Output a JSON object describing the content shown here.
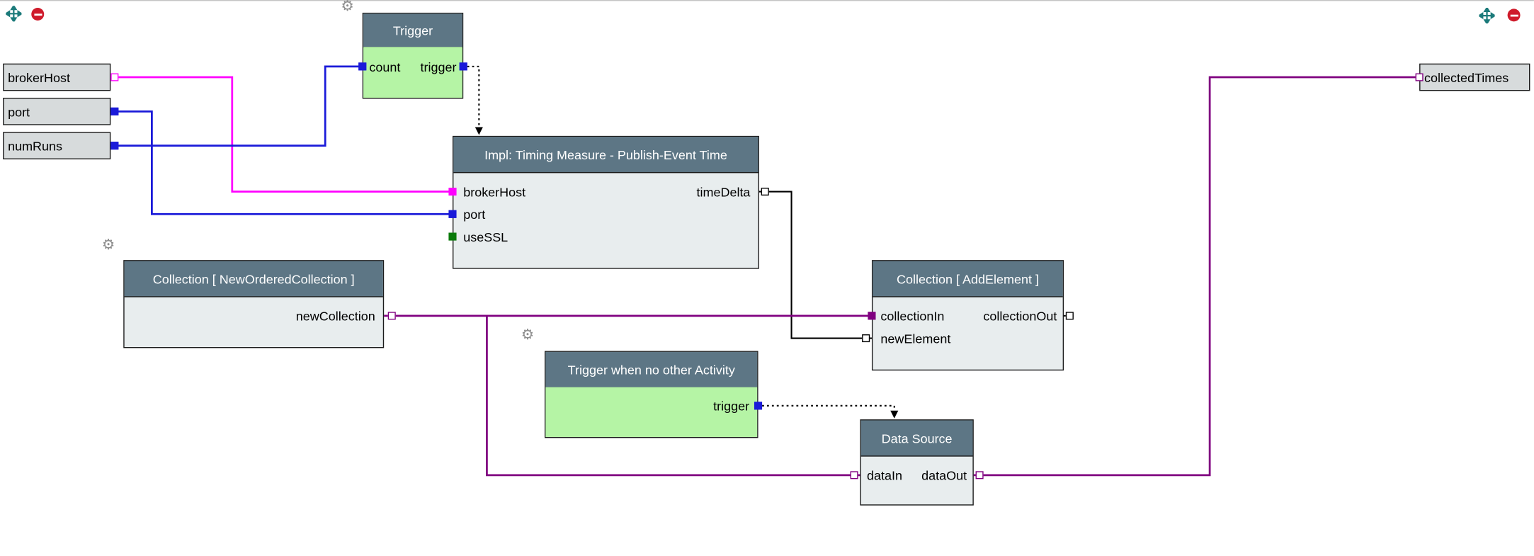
{
  "canvas": {
    "background": "#ffffff"
  },
  "colors": {
    "node_header": "#5d7685",
    "node_header_text": "#ffffff",
    "node_body_gray": "#e8edee",
    "node_body_green": "#b5f4a5",
    "io_box_fill": "#d7dbdc",
    "wire_blue": "#1a1ad9",
    "wire_magenta": "#ff00ff",
    "wire_purple": "#800080",
    "wire_black": "#000000",
    "port_green": "#0a7a0a",
    "gear_gray": "#8d8d8d",
    "teal_icon": "#1b7a7a",
    "no_entry_red": "#cf1b2b"
  },
  "icons": {
    "gear_glyph": "⚙",
    "top_left": [
      "move-marker-icon",
      "no-entry-icon"
    ],
    "top_right": [
      "move-marker-icon",
      "no-entry-icon"
    ]
  },
  "io": {
    "brokerHost": "brokerHost",
    "port": "port",
    "numRuns": "numRuns",
    "collectedTimes": "collectedTimes"
  },
  "nodes": {
    "trigger": {
      "title": "Trigger",
      "ports": {
        "count": "count",
        "trigger": "trigger"
      }
    },
    "impl_timing": {
      "title": "Impl: Timing Measure - Publish-Event Time",
      "ports": {
        "brokerHost": "brokerHost",
        "port": "port",
        "useSSL": "useSSL",
        "timeDelta": "timeDelta"
      }
    },
    "collection_new": {
      "title": "Collection [ NewOrderedCollection ]",
      "ports": {
        "newCollection": "newCollection"
      }
    },
    "trigger_idle": {
      "title": "Trigger when no other Activity",
      "ports": {
        "trigger": "trigger"
      }
    },
    "collection_add": {
      "title": "Collection [ AddElement ]",
      "ports": {
        "collectionIn": "collectionIn",
        "newElement": "newElement",
        "collectionOut": "collectionOut"
      }
    },
    "data_source": {
      "title": "Data Source",
      "ports": {
        "dataIn": "dataIn",
        "dataOut": "dataOut"
      }
    }
  },
  "connections": [
    {
      "from": "brokerHost",
      "to": "impl_timing.brokerHost",
      "color": "magenta",
      "style": "solid"
    },
    {
      "from": "port",
      "to": "impl_timing.port",
      "color": "blue",
      "style": "solid"
    },
    {
      "from": "numRuns",
      "to": "trigger.count",
      "color": "blue",
      "style": "solid"
    },
    {
      "from": "trigger.trigger",
      "to": "impl_timing",
      "color": "black",
      "style": "dotted-arrow"
    },
    {
      "from": "impl_timing.timeDelta",
      "to": "collection_add.newElement",
      "color": "black",
      "style": "solid"
    },
    {
      "from": "collection_new.newCollection",
      "to": "collection_add.collectionIn",
      "color": "purple",
      "style": "solid"
    },
    {
      "from": "collection_new.newCollection",
      "to": "data_source.dataIn",
      "color": "purple",
      "style": "solid"
    },
    {
      "from": "trigger_idle.trigger",
      "to": "data_source",
      "color": "black",
      "style": "dotted-arrow"
    },
    {
      "from": "data_source.dataOut",
      "to": "collectedTimes",
      "color": "purple",
      "style": "solid"
    }
  ]
}
